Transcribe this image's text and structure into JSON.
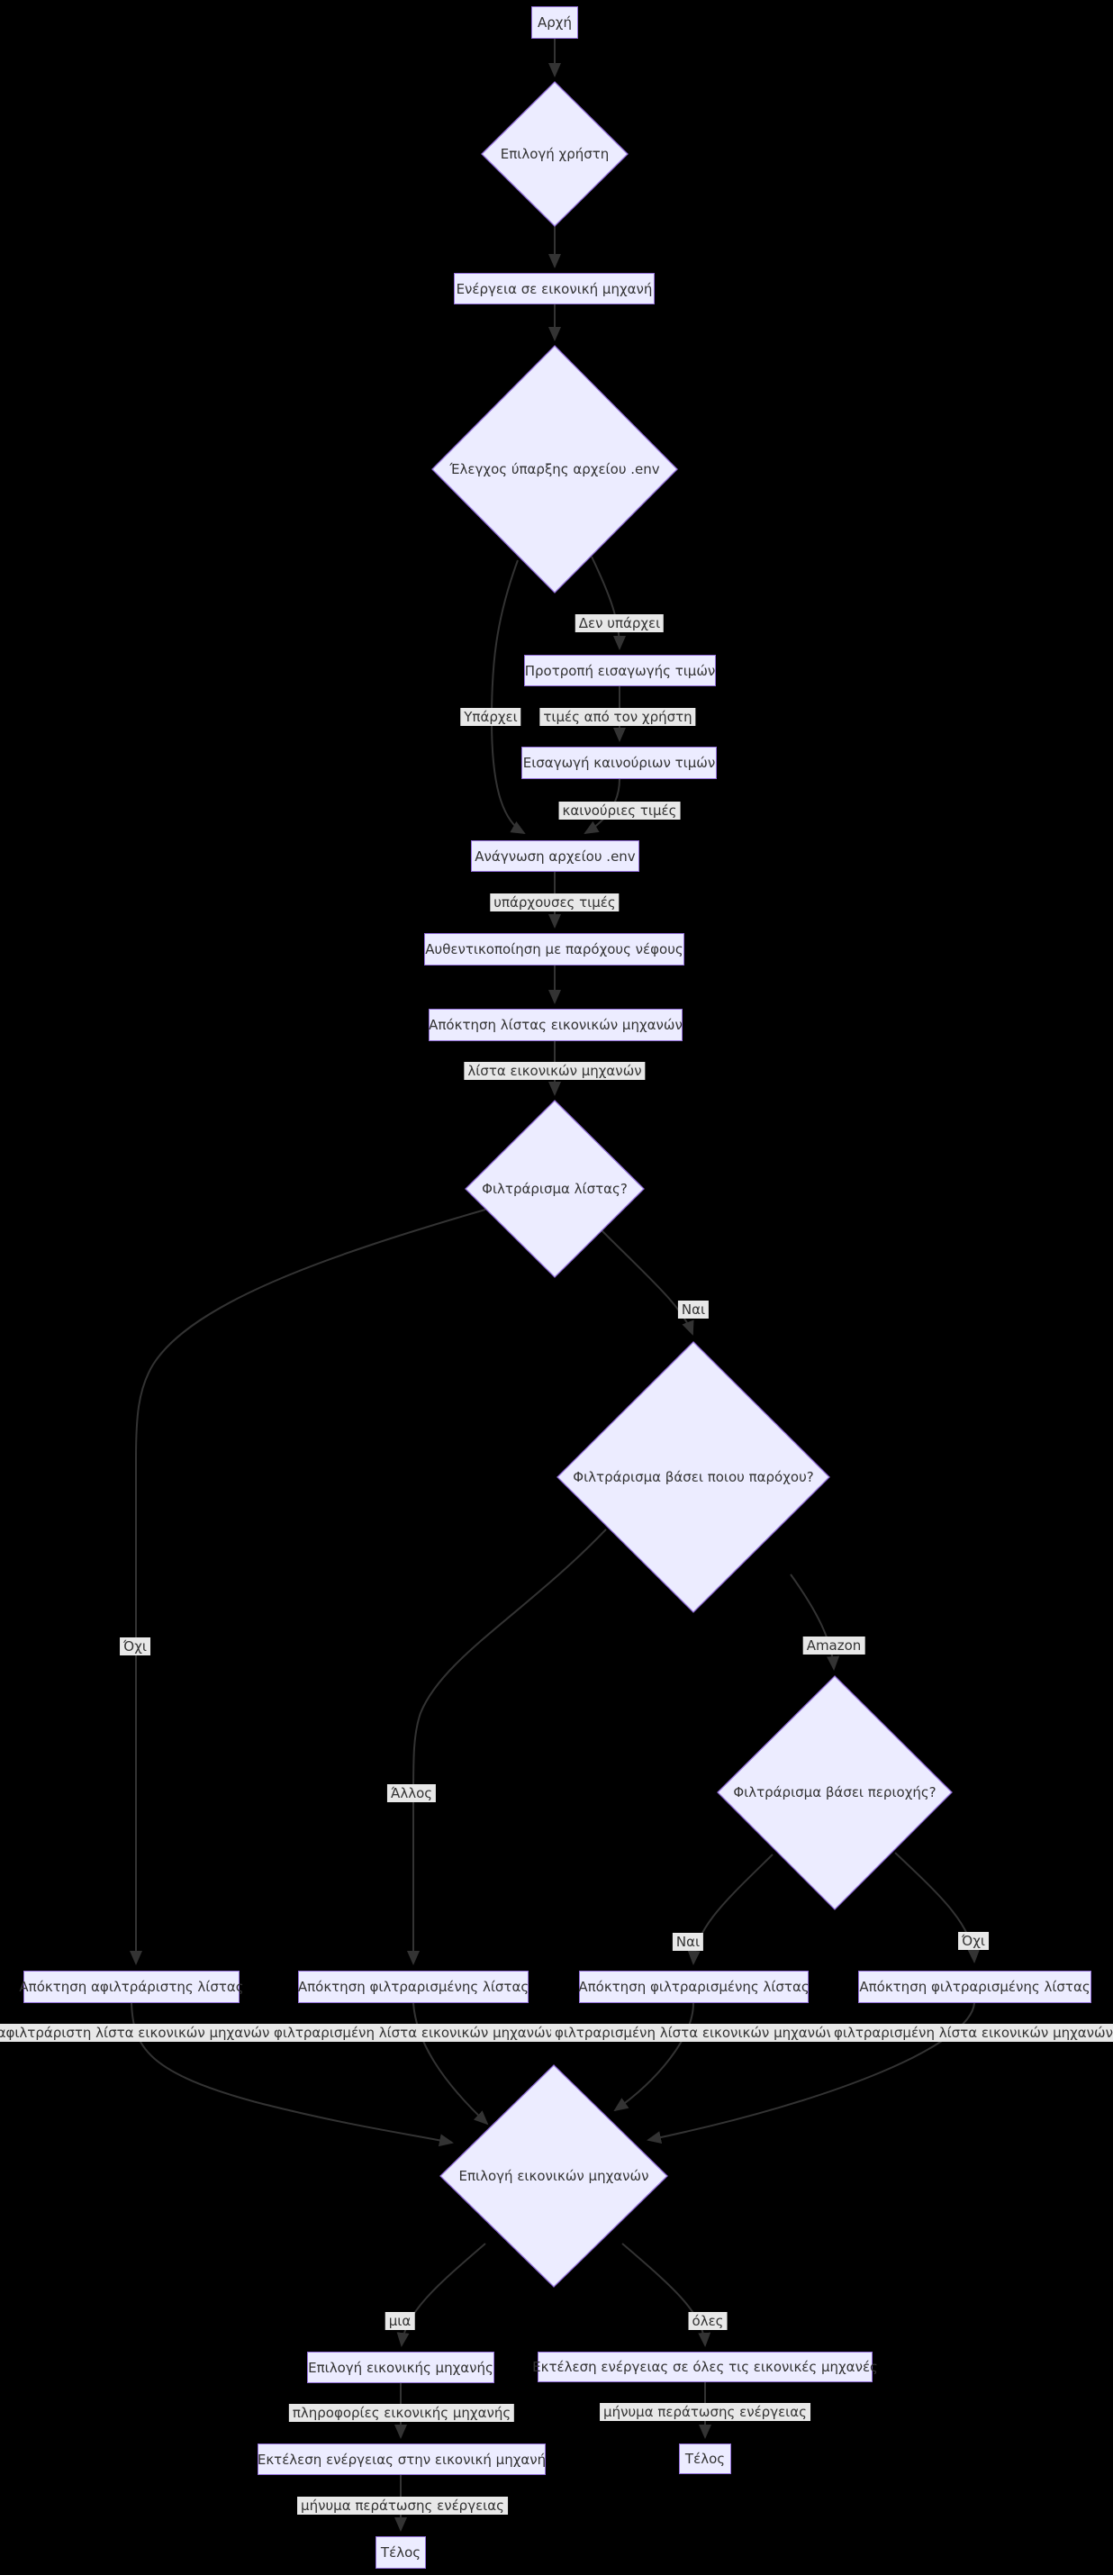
{
  "diagram": {
    "type": "flowchart",
    "language": "Greek",
    "colors": {
      "background": "#000000",
      "node_fill": "#ECECFF",
      "node_border": "#9370DB",
      "edge_line": "#333333",
      "edge_label_bg": "#e8e8e8",
      "text": "#333333"
    },
    "nodes": {
      "start": "Αρχή",
      "user_choice": "Επιλογή χρήστη",
      "action_vm": "Ενέργεια σε εικονική μηχανή",
      "check_env": "Έλεγχος ύπαρξης αρχείου .env",
      "prompt_values": "Προτροπή εισαγωγής τιμών",
      "insert_new_values": "Εισαγωγή καινούριων τιμών",
      "read_env": "Ανάγνωση αρχείου .env",
      "auth_cloud": "Αυθεντικοποίηση με παρόχους νέφους",
      "get_vm_list": "Απόκτηση λίστας εικονικών μηχανών",
      "filter_list_q": "Φιλτράρισμα λίστας?",
      "filter_provider_q": "Φιλτράρισμα βάσει ποιου παρόχου?",
      "filter_region_q": "Φιλτράρισμα βάσει περιοχής?",
      "get_unfiltered": "Απόκτηση αφιλτράριστης λίστας",
      "get_filtered_1": "Απόκτηση φιλτραρισμένης λίστας",
      "get_filtered_2": "Απόκτηση φιλτραρισμένης λίστας",
      "get_filtered_3": "Απόκτηση φιλτραρισμένης λίστας",
      "select_vms": "Επιλογή εικονικών μηχανών",
      "select_vm": "Επιλογή εικονικής μηχανής",
      "exec_all": "Εκτέλεση ενέργειας σε όλες τις εικονικές μηχανές",
      "exec_one": "Εκτέλεση ενέργειας στην εικονική μηχανή",
      "end_one": "Τέλος",
      "end_all": "Τέλος"
    },
    "edge_labels": {
      "not_exists": "Δεν υπάρχει",
      "exists": "Υπάρχει",
      "values_from_user": "τιμές από τον χρήστη",
      "new_values": "καινούριες τιμές",
      "existing_values": "υπάρχουσες τιμές",
      "vm_list": "λίστα εικονικών μηχανών",
      "yes_filter": "Ναι",
      "no_filter": "Όχι",
      "amazon": "Amazon",
      "other": "Άλλος",
      "yes_region": "Ναι",
      "no_region": "Όχι",
      "unfiltered_list": "αφιλτράριστη λίστα εικονικών μηχανών",
      "filtered_list_1": "φιλτραρισμένη λίστα εικονικών μηχανών",
      "filtered_list_2": "φιλτραρισμένη λίστα εικονικών μηχανών",
      "filtered_list_3": "φιλτραρισμένη λίστα εικονικών μηχανών",
      "one": "μια",
      "all": "όλες",
      "vm_info": "πληροφορίες εικονικής μηχανής",
      "completion_msg_one": "μήνυμα περάτωσης ενέργειας",
      "completion_msg_all": "μήνυμα περάτωσης ενέργειας"
    }
  }
}
